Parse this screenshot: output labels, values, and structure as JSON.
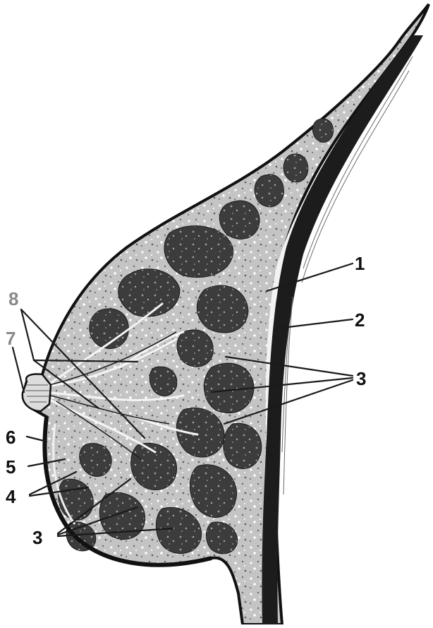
{
  "colors": {
    "background": "#ffffff",
    "tissue_base": "#c9c9c9",
    "fat_lobule": "#3a3a3a",
    "muscle": "#1c1c1c",
    "outline": "#111111",
    "fascia": "#f2f2f2"
  },
  "labels": [
    {
      "id": "1",
      "text": "1"
    },
    {
      "id": "2",
      "text": "2"
    },
    {
      "id": "3a",
      "text": "3"
    },
    {
      "id": "3b",
      "text": "3"
    },
    {
      "id": "4",
      "text": "4"
    },
    {
      "id": "5",
      "text": "5"
    },
    {
      "id": "6",
      "text": "6"
    },
    {
      "id": "7",
      "text": "7"
    },
    {
      "id": "8",
      "text": "8"
    }
  ]
}
